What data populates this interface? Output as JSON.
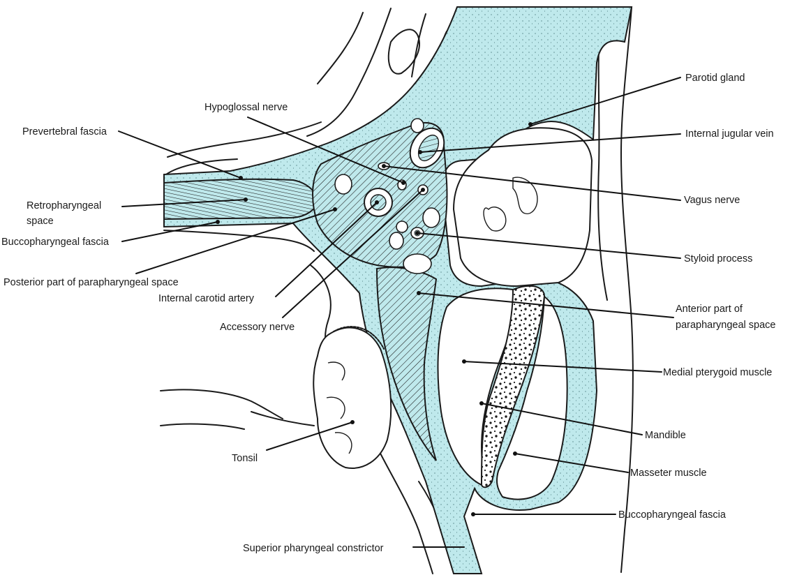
{
  "colors": {
    "fascia": "#bfe9ec",
    "fascia_dark": "#94d6dc",
    "ink": "#1a1a1a",
    "background": "#ffffff"
  },
  "labels": {
    "hypoglossal_nerve": "Hypoglossal nerve",
    "prevertebral_fascia": "Prevertebral fascia",
    "retropharyngeal_space_1": "Retropharyngeal",
    "retropharyngeal_space_2": "space",
    "buccopharyngeal_fascia_left": "Buccopharyngeal fascia",
    "posterior_parapharyngeal": "Posterior part of parapharyngeal space",
    "internal_carotid_artery": "Internal carotid artery",
    "accessory_nerve": "Accessory nerve",
    "tonsil": "Tonsil",
    "superior_pharyngeal_constrictor": "Superior pharyngeal constrictor",
    "parotid_gland": "Parotid gland",
    "internal_jugular_vein": "Internal jugular vein",
    "vagus_nerve": "Vagus nerve",
    "styloid_process": "Styloid process",
    "anterior_parapharyngeal_1": "Anterior part of",
    "anterior_parapharyngeal_2": "parapharyngeal space",
    "medial_pterygoid_muscle": "Medial pterygoid muscle",
    "mandible": "Mandible",
    "masseter_muscle": "Masseter muscle",
    "buccopharyngeal_fascia_right": "Buccopharyngeal fascia"
  }
}
